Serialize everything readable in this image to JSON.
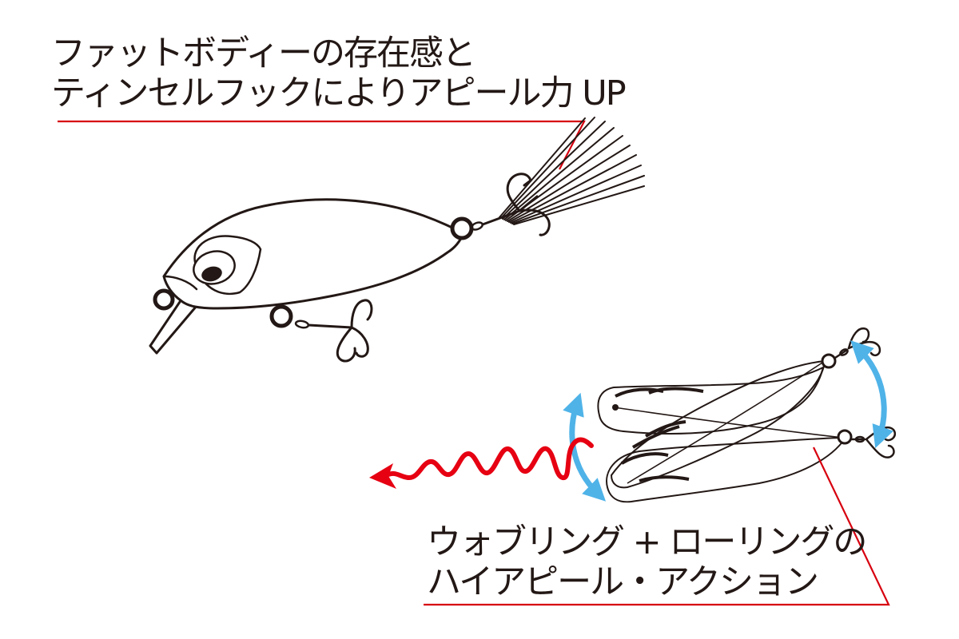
{
  "captions": {
    "top": {
      "line1": "ファットボディーの存在感と",
      "line2": "ティンセルフックによりアピール力 UP"
    },
    "bottom": {
      "line1": "ウォブリング + ローリングの",
      "line2": "ハイアピール・アクション"
    }
  },
  "colors": {
    "outline": "#231815",
    "leader": "#d7000f",
    "motion_arrow": "#e60012",
    "swing_arrow": "#4fb3e8"
  }
}
